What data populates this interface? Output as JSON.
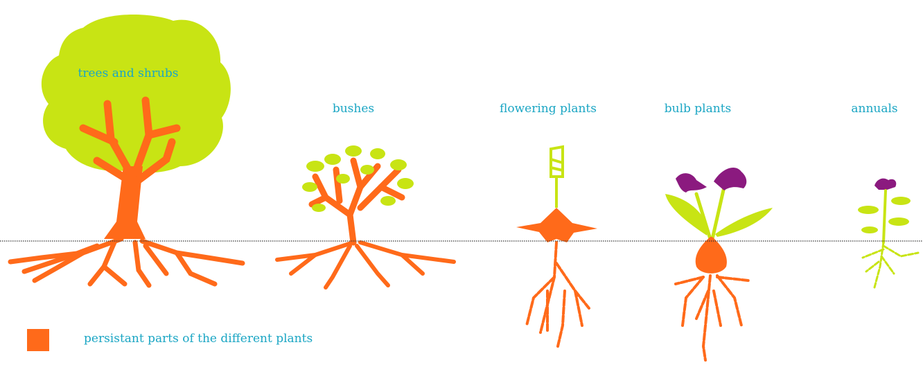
{
  "colors": {
    "persistent": "#ff6a1a",
    "foliage": "#c8e414",
    "flower": "#8b1a7f",
    "label": "#1ba6c4",
    "ground_line": "#333333"
  },
  "plants": [
    {
      "id": "trees",
      "label": "trees and shrubs"
    },
    {
      "id": "bushes",
      "label": "bushes"
    },
    {
      "id": "flowering",
      "label": "flowering plants"
    },
    {
      "id": "bulb",
      "label": "bulb plants"
    },
    {
      "id": "annuals",
      "label": "annuals"
    }
  ],
  "legend": {
    "label": "persistant parts of the different plants"
  }
}
